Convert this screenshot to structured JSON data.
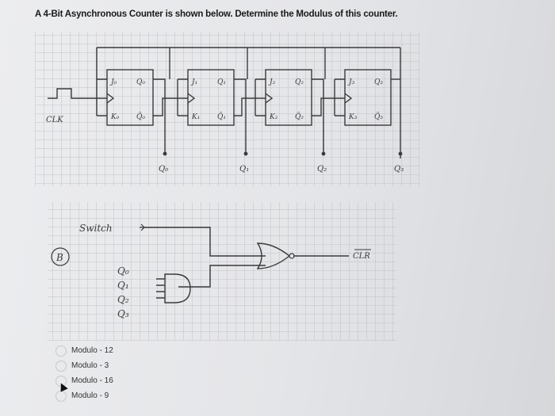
{
  "question": {
    "text": "A 4-Bit Asynchronous Counter is shown below. Determine the Modulus of this counter."
  },
  "circuit": {
    "clock_label": "CLK",
    "flipflops": [
      {
        "j": "J₀",
        "k": "K₀",
        "q": "Q₀",
        "qbar": "Q̄₀"
      },
      {
        "j": "J₁",
        "k": "K₁",
        "q": "Q₁",
        "qbar": "Q̄₁"
      },
      {
        "j": "J₂",
        "k": "K₂",
        "q": "Q₂",
        "qbar": "Q̄₂"
      },
      {
        "j": "J₃",
        "k": "K₃",
        "q": "Q₃",
        "qbar": "Q̄₃"
      }
    ],
    "outputs": [
      "Q₀",
      "Q₁",
      "Q₂",
      "Q₃"
    ],
    "part_b_label": "B",
    "switch_label": "Switch",
    "clr_label": "CLR",
    "and_inputs": [
      "Q₀",
      "Q₁",
      "Q₂",
      "Q₃"
    ]
  },
  "options": [
    {
      "label": "Modulo - 12"
    },
    {
      "label": "Modulo - 3"
    },
    {
      "label": "Modulo - 16"
    },
    {
      "label": "Modulo - 9"
    }
  ],
  "colors": {
    "ink": "#3a3a3a",
    "grid": "#b7b8bb"
  }
}
